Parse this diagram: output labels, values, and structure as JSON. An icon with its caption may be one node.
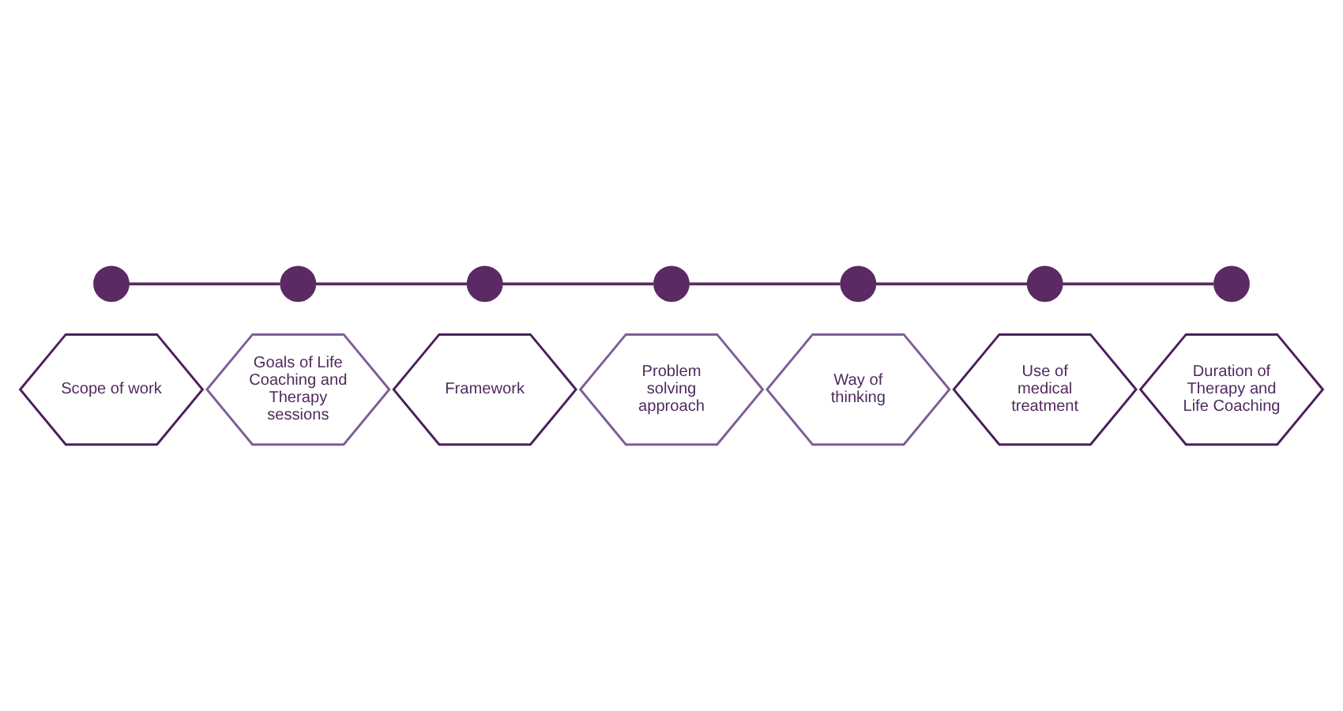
{
  "diagram": {
    "nodes": [
      {
        "text": [],
        "shape": "circle"
      },
      {
        "text": [],
        "shape": "circle"
      },
      {
        "text": [],
        "shape": "circle"
      },
      {
        "text": [],
        "shape": "circle"
      },
      {
        "text": [],
        "shape": "circle"
      },
      {
        "text": [],
        "shape": "circle"
      },
      {
        "text": [],
        "shape": "circle"
      },
      {
        "text": [
          "Scope of work"
        ]
      },
      {
        "text": [
          "Goals of Life Coaching and Therapy sessions"
        ]
      },
      {
        "text": [
          "Framework"
        ]
      },
      {
        "text": [
          "Problem solving approach"
        ]
      },
      {
        "text": [
          "Way of thinking"
        ]
      },
      {
        "text": [
          "Use of medical treatment"
        ]
      },
      {
        "text": [
          "Duration of Therapy and Life Coaching"
        ]
      }
    ],
    "edges": [
      {
        "from": 0,
        "to": 1,
        "arrow": "none"
      },
      {
        "from": 1,
        "to": 2,
        "arrow": "none"
      },
      {
        "from": 2,
        "to": 3,
        "arrow": "none"
      },
      {
        "from": 3,
        "to": 4,
        "arrow": "none"
      },
      {
        "from": 4,
        "to": 5,
        "arrow": "none"
      },
      {
        "from": 5,
        "to": 6,
        "arrow": "none"
      }
    ]
  }
}
